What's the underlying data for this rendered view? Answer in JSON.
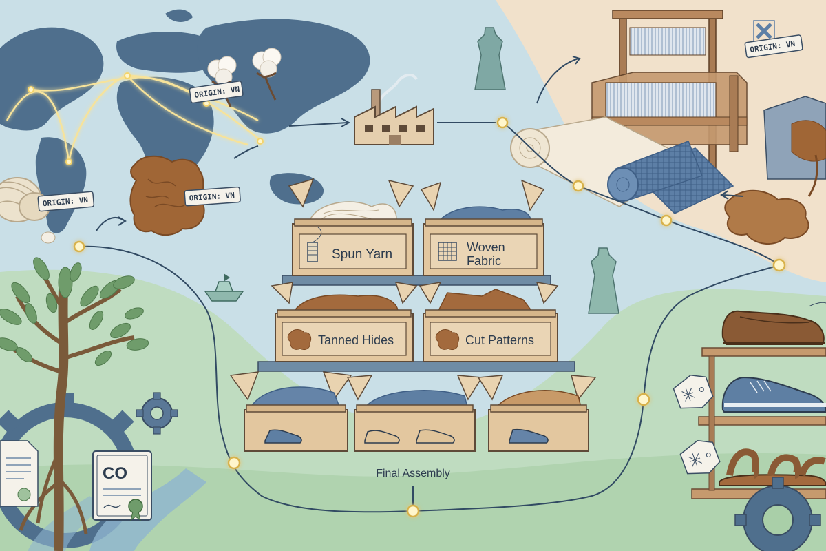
{
  "tags": {
    "origin_1": "ORIGIN: VN",
    "origin_2": "ORIGIN: VN",
    "origin_3": "ORIGIN: VN",
    "origin_4": "ORIGIN: VN"
  },
  "boxes": {
    "spun_yarn": "Spun Yarn",
    "woven_fabric_line1": "Woven",
    "woven_fabric_line2": "Fabric",
    "tanned_hides": "Tanned Hides",
    "cut_patterns": "Cut Patterns"
  },
  "certificate": {
    "text": "CO"
  },
  "stage_label": {
    "final_assembly": "Final Assembly"
  },
  "colors": {
    "map_water": "#c9dfe7",
    "land": "#4f6f8d",
    "cream_panel": "#f1e1cb",
    "green_panel": "#bcd9b9",
    "cardboard": "#e3c79f",
    "leather": "#a36a3d",
    "denim": "#5e7fa3",
    "route_line": "#314a63",
    "glow_node": "#f7e39a"
  }
}
